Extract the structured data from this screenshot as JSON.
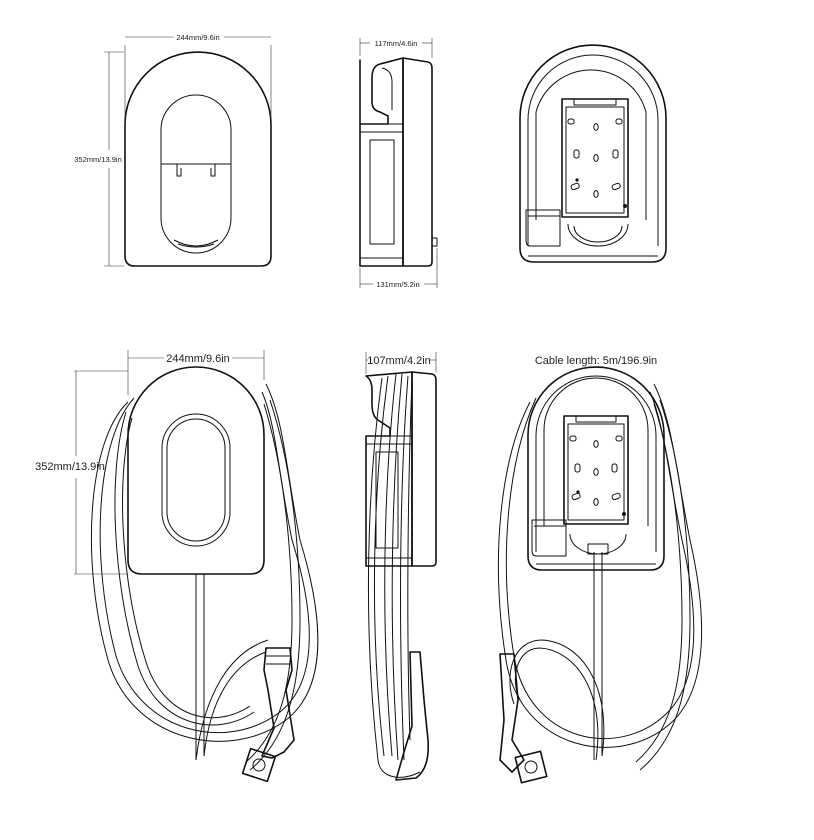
{
  "dimensions": {
    "top_front_width": "244mm/9.6in",
    "top_front_height": "352mm/13.9in",
    "top_side_depth_upper": "117mm/4.6in",
    "top_side_depth_lower": "131mm/5.2in",
    "bottom_front_width": "244mm/9.6in",
    "bottom_front_height": "352mm/13.9in",
    "bottom_side_depth": "107mm/4.2in",
    "cable_length": "Cable length: 5m/196.9in"
  },
  "colors": {
    "line": "#111111",
    "fill": "#ffffff",
    "text": "#222222"
  }
}
